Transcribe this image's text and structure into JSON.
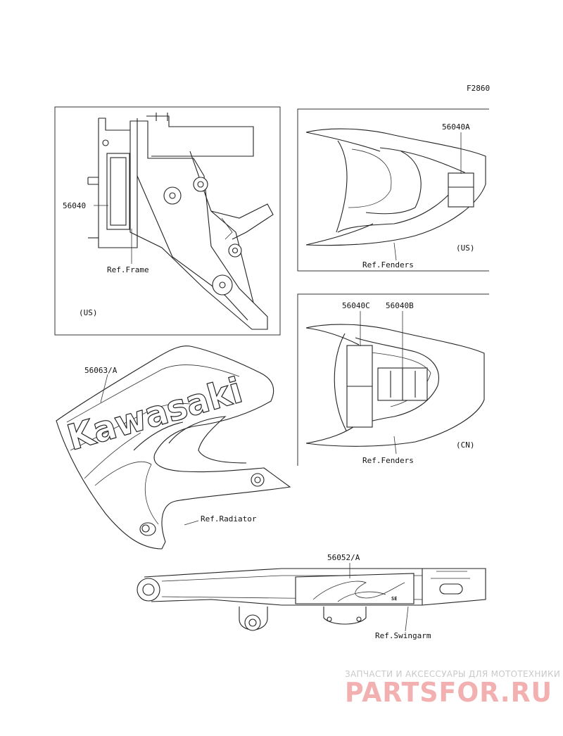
{
  "figure_code": "F2860",
  "panels": {
    "frame_us": {
      "part_label": "56040",
      "ref_label": "Ref.Frame",
      "region": "(US)"
    },
    "fender_us": {
      "part_label": "56040A",
      "ref_label": "Ref.Fenders",
      "region": "(US)"
    },
    "fender_cn": {
      "part_label_c": "56040C",
      "part_label_b": "56040B",
      "ref_label": "Ref.Fenders",
      "region": "(CN)"
    },
    "radiator": {
      "part_label": "56063/A",
      "ref_label": "Ref.Radiator",
      "logo_text": "Kawasaki"
    },
    "swingarm": {
      "part_label": "56052/A",
      "ref_label": "Ref.Swingarm"
    }
  },
  "watermark": {
    "subtitle": "ЗАПЧАСТИ И АКСЕССУАРЫ ДЛЯ МОТОТЕХНИКИ",
    "brand": "PARTSFOR.RU"
  }
}
